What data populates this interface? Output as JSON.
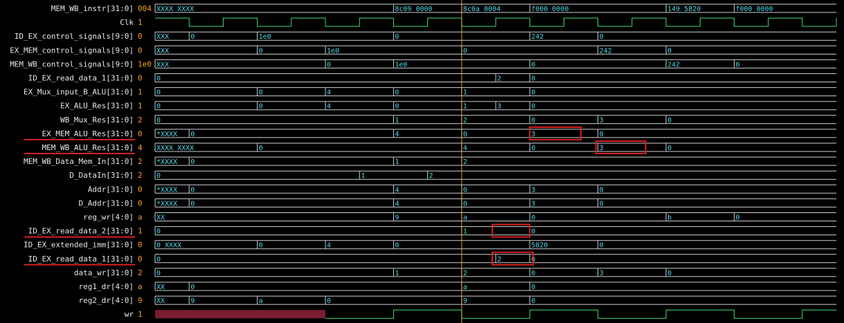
{
  "viewer": {
    "time_range": [
      0,
      1000
    ],
    "cursor_time": 450,
    "colors": {
      "background": "#000000",
      "signal_name": "#e8e8e8",
      "signal_value": "#f0a020",
      "bus_text": "#4fd8e8",
      "bus_line": "#cfcfcf",
      "wire_line": "#3fe070",
      "highlight": "#d82020",
      "undriven_fill": "#7a1d33",
      "cursor": "#e0a030"
    }
  },
  "signals": [
    {
      "name": "MEM_WB_instr[31:0]",
      "value": "004",
      "type": "bus",
      "segments": [
        [
          0,
          "XXXX_XXXX"
        ],
        [
          350,
          "8c09_0000"
        ],
        [
          450,
          "8c0a_0004"
        ],
        [
          550,
          "f000_0000"
        ],
        [
          750,
          "149_5820"
        ],
        [
          850,
          "f000_0000"
        ]
      ]
    },
    {
      "name": "Clk",
      "value": "1",
      "type": "clock",
      "period": 100,
      "high_first": true
    },
    {
      "name": "ID_EX_control_signals[9:0]",
      "value": "0",
      "type": "bus",
      "segments": [
        [
          0,
          "XXX"
        ],
        [
          50,
          "0"
        ],
        [
          150,
          "1e0"
        ],
        [
          350,
          "0"
        ],
        [
          550,
          "242"
        ],
        [
          650,
          "0"
        ]
      ]
    },
    {
      "name": "EX_MEM_control_signals[9:0]",
      "value": "0",
      "type": "bus",
      "segments": [
        [
          0,
          "XXX"
        ],
        [
          150,
          "0"
        ],
        [
          250,
          "1e0"
        ],
        [
          450,
          "0"
        ],
        [
          650,
          "242"
        ],
        [
          750,
          "0"
        ]
      ]
    },
    {
      "name": "MEM_WB_control_signals[9:0]",
      "value": "1e0",
      "type": "bus",
      "segments": [
        [
          0,
          "XXX"
        ],
        [
          250,
          "0"
        ],
        [
          350,
          "1e0"
        ],
        [
          550,
          "0"
        ],
        [
          750,
          "242"
        ],
        [
          850,
          "0"
        ]
      ]
    },
    {
      "name": "ID_EX_read_data_1[31:0]",
      "value": "0",
      "type": "bus",
      "segments": [
        [
          0,
          "0"
        ],
        [
          500,
          "2"
        ],
        [
          550,
          "0"
        ]
      ]
    },
    {
      "name": "EX_Mux_input_B_ALU[31:0]",
      "value": "1",
      "type": "bus",
      "segments": [
        [
          0,
          "0"
        ],
        [
          150,
          "0"
        ],
        [
          250,
          "4"
        ],
        [
          350,
          "0"
        ],
        [
          450,
          "1"
        ],
        [
          550,
          "0"
        ]
      ]
    },
    {
      "name": "EX_ALU_Res[31:0]",
      "value": "1",
      "type": "bus",
      "segments": [
        [
          0,
          "0"
        ],
        [
          150,
          "0"
        ],
        [
          250,
          "4"
        ],
        [
          350,
          "0"
        ],
        [
          450,
          "1"
        ],
        [
          500,
          "3"
        ],
        [
          550,
          "0"
        ]
      ]
    },
    {
      "name": "WB_Mux_Res[31:0]",
      "value": "2",
      "type": "bus",
      "segments": [
        [
          0,
          "0"
        ],
        [
          350,
          "1"
        ],
        [
          450,
          "2"
        ],
        [
          550,
          "0"
        ],
        [
          650,
          "3"
        ],
        [
          750,
          "0"
        ]
      ]
    },
    {
      "name": "EX_MEM_ALU_Res[31:0]",
      "value": "0",
      "type": "bus",
      "underline": true,
      "segments": [
        [
          0,
          "*XXXX"
        ],
        [
          50,
          "0"
        ],
        [
          350,
          "4"
        ],
        [
          450,
          "0"
        ],
        [
          550,
          "3"
        ],
        [
          650,
          "0"
        ]
      ]
    },
    {
      "name": "MEM_WB_ALU_Res[31:0]",
      "value": "4",
      "type": "bus",
      "underline": true,
      "segments": [
        [
          0,
          "XXXX_XXXX"
        ],
        [
          150,
          "0"
        ],
        [
          450,
          "4"
        ],
        [
          550,
          "0"
        ],
        [
          650,
          "3"
        ],
        [
          750,
          "0"
        ]
      ]
    },
    {
      "name": "MEM_WB_Data_Mem_In[31:0]",
      "value": "2",
      "type": "bus",
      "segments": [
        [
          0,
          "*XXXX"
        ],
        [
          50,
          "0"
        ],
        [
          350,
          "1"
        ],
        [
          450,
          "2"
        ]
      ]
    },
    {
      "name": "D_DataIn[31:0]",
      "value": "2",
      "type": "bus",
      "segments": [
        [
          0,
          "0"
        ],
        [
          300,
          "1"
        ],
        [
          400,
          "2"
        ]
      ]
    },
    {
      "name": "Addr[31:0]",
      "value": "0",
      "type": "bus",
      "segments": [
        [
          0,
          "*XXXX"
        ],
        [
          50,
          "0"
        ],
        [
          350,
          "4"
        ],
        [
          450,
          "0"
        ],
        [
          550,
          "3"
        ],
        [
          650,
          "0"
        ]
      ]
    },
    {
      "name": "D_Addr[31:0]",
      "value": "0",
      "type": "bus",
      "segments": [
        [
          0,
          "*XXXX"
        ],
        [
          50,
          "0"
        ],
        [
          350,
          "4"
        ],
        [
          450,
          "0"
        ],
        [
          550,
          "3"
        ],
        [
          650,
          "0"
        ]
      ]
    },
    {
      "name": "reg_wr[4:0]",
      "value": "a",
      "type": "bus",
      "segments": [
        [
          0,
          "XX"
        ],
        [
          350,
          "9"
        ],
        [
          450,
          "a"
        ],
        [
          550,
          "0"
        ],
        [
          750,
          "b"
        ],
        [
          850,
          "0"
        ]
      ]
    },
    {
      "name": "ID_EX_read_data_2[31:0]",
      "value": "1",
      "type": "bus",
      "underline": true,
      "segments": [
        [
          0,
          "0"
        ],
        [
          450,
          "1"
        ],
        [
          550,
          "0"
        ]
      ]
    },
    {
      "name": "ID_EX_extended_imm[31:0]",
      "value": "0",
      "type": "bus",
      "segments": [
        [
          0,
          "0_XXXX"
        ],
        [
          150,
          "0"
        ],
        [
          250,
          "4"
        ],
        [
          350,
          "0"
        ],
        [
          550,
          "5820"
        ],
        [
          650,
          "0"
        ]
      ]
    },
    {
      "name": "ID_EX_read_data_1[31:0]",
      "value": "0",
      "type": "bus",
      "underline": true,
      "segments": [
        [
          0,
          "0"
        ],
        [
          500,
          "2"
        ],
        [
          550,
          "0"
        ]
      ]
    },
    {
      "name": "data_wr[31:0]",
      "value": "2",
      "type": "bus",
      "segments": [
        [
          0,
          "0"
        ],
        [
          350,
          "1"
        ],
        [
          450,
          "2"
        ],
        [
          550,
          "0"
        ],
        [
          650,
          "3"
        ],
        [
          750,
          "0"
        ]
      ]
    },
    {
      "name": "reg1_dr[4:0]",
      "value": "a",
      "type": "bus",
      "segments": [
        [
          0,
          "XX"
        ],
        [
          50,
          "0"
        ],
        [
          450,
          "a"
        ],
        [
          550,
          "0"
        ]
      ]
    },
    {
      "name": "reg2_dr[4:0]",
      "value": "9",
      "type": "bus",
      "segments": [
        [
          0,
          "XX"
        ],
        [
          50,
          "9"
        ],
        [
          150,
          "a"
        ],
        [
          250,
          "0"
        ],
        [
          450,
          "9"
        ],
        [
          550,
          "0"
        ]
      ]
    },
    {
      "name": "wr",
      "value": "1",
      "type": "wire",
      "undriven_until": 250,
      "transitions": [
        [
          250,
          0
        ],
        [
          350,
          1
        ],
        [
          450,
          0
        ],
        [
          550,
          1
        ],
        [
          650,
          0
        ],
        [
          750,
          1
        ],
        [
          850,
          0
        ],
        [
          950,
          1
        ]
      ]
    }
  ],
  "highlight_boxes": [
    {
      "row": 9,
      "t0": 550,
      "t1": 625
    },
    {
      "row": 10,
      "t0": 647,
      "t1": 720
    },
    {
      "row": 16,
      "t0": 495,
      "t1": 550
    },
    {
      "row": 18,
      "t0": 495,
      "t1": 555
    }
  ]
}
